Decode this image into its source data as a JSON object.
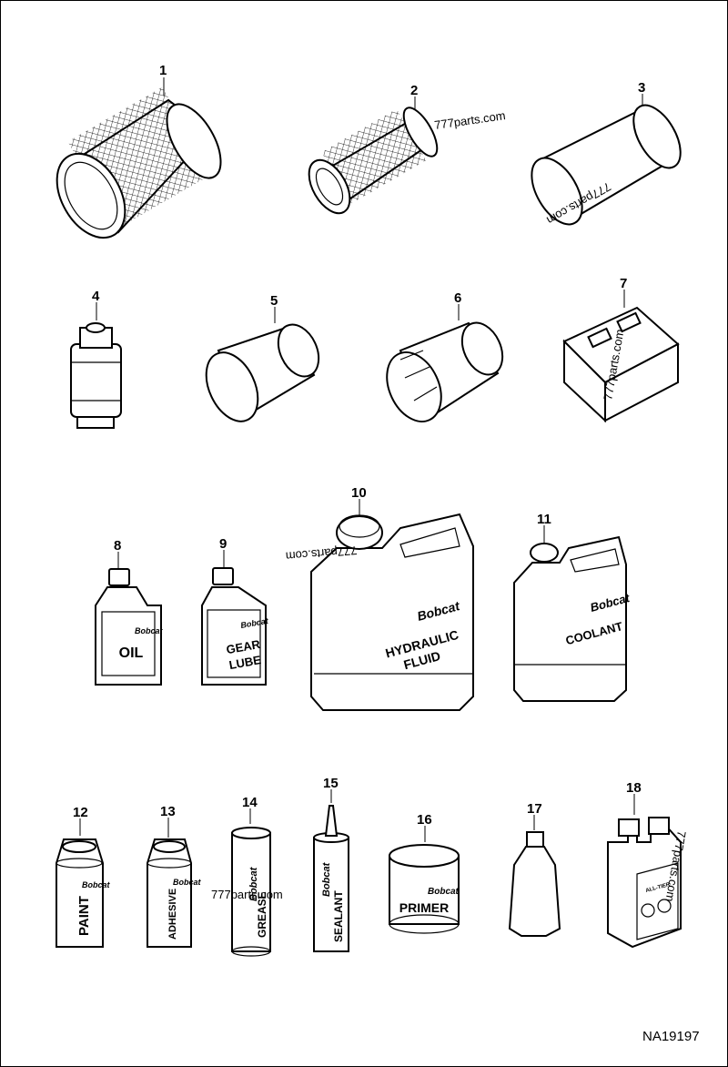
{
  "part_numbers": [
    "1",
    "2",
    "3",
    "4",
    "5",
    "6",
    "7",
    "8",
    "9",
    "10",
    "11",
    "12",
    "13",
    "14",
    "15",
    "16",
    "17",
    "18"
  ],
  "labels": {
    "oil": "OIL",
    "gear_1": "GEAR",
    "gear_2": "LUBE",
    "hyd_1": "HYDRAULIC",
    "hyd_2": "FLUID",
    "coolant": "COOLANT",
    "paint": "PAINT",
    "adhesive": "ADHESIVE",
    "grease": "GREASE",
    "sealant": "SEALANT",
    "primer": "PRIMER",
    "all_tier": "ALL-TIER"
  },
  "brand": "Bobcat",
  "watermarks": [
    "777parts.com",
    "777parts.com",
    "777parts.com",
    "777parts.com",
    "777parts.com",
    "777parts.com"
  ],
  "drawing_code": "NA19197"
}
